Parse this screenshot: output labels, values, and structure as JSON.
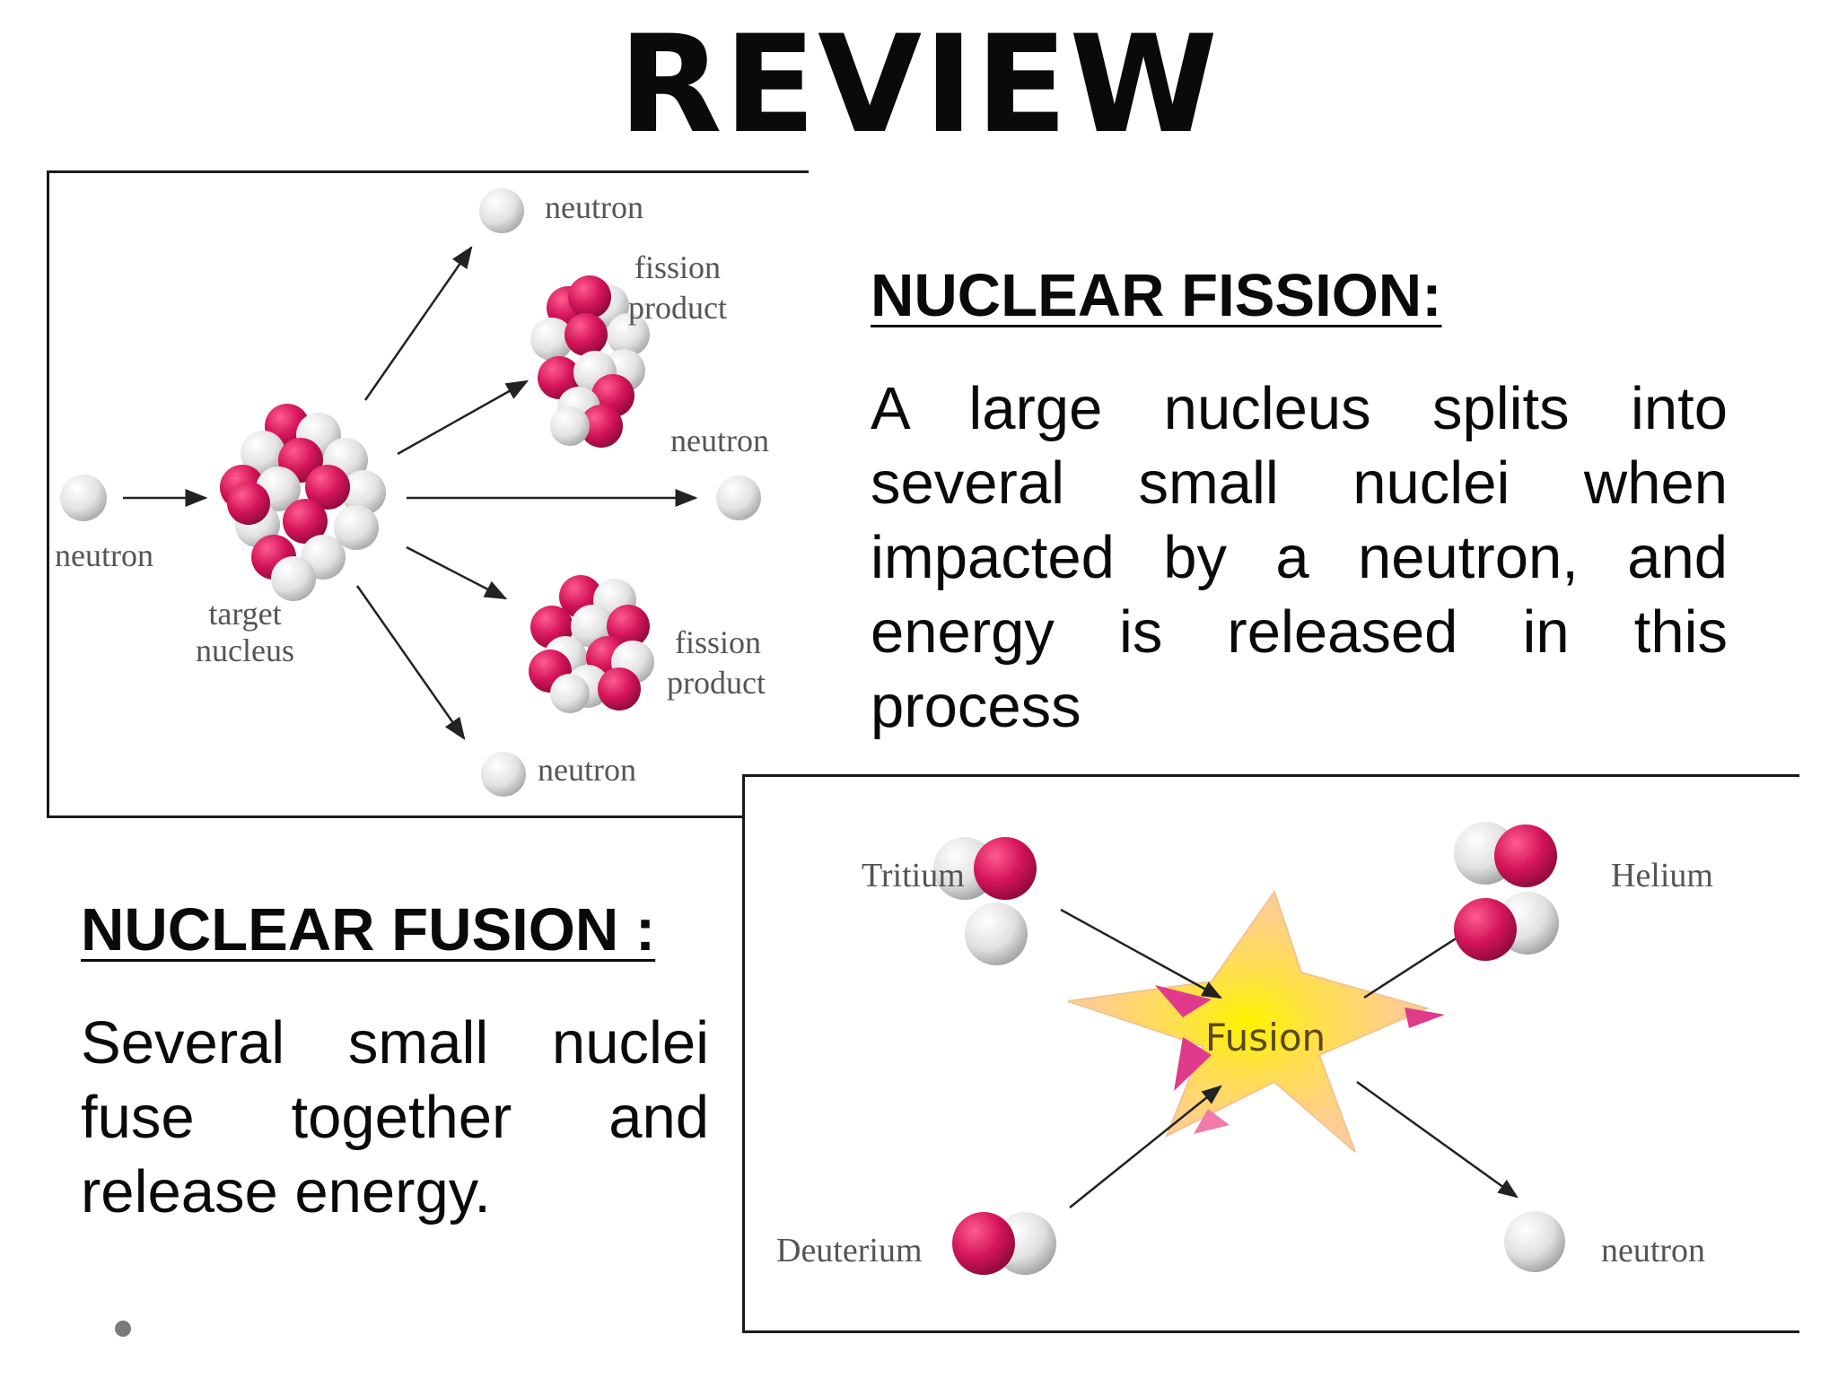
{
  "slide": {
    "title": "REVIEW"
  },
  "fission": {
    "heading": "NUCLEAR FISSION:",
    "description": "A large nucleus splits into several small nuclei when impacted by a neutron, and energy is released in this process",
    "diagram": {
      "label_incoming_neutron": "neutron",
      "label_target_nucleus_line1": "target",
      "label_target_nucleus_line2": "nucleus",
      "label_neutron_top": "neutron",
      "label_product_top_line1": "fission",
      "label_product_top_line2": "product",
      "label_neutron_middle": "neutron",
      "label_product_bottom_line1": "fission",
      "label_product_bottom_line2": "product",
      "label_neutron_bottom": "neutron"
    }
  },
  "fusion": {
    "heading": "NUCLEAR FUSION :",
    "description": "Several small nuclei fuse together and release energy.",
    "diagram": {
      "label_tritium": "Tritium",
      "label_deuterium": "Deuterium",
      "label_center": "Fusion",
      "label_helium": "Helium",
      "label_neutron": "neutron"
    }
  },
  "colors": {
    "proton": "#d4145a",
    "neutron_particle": "#e8e8e8",
    "text": "#0a0a0a",
    "fusion_star": "#ffd27a"
  }
}
